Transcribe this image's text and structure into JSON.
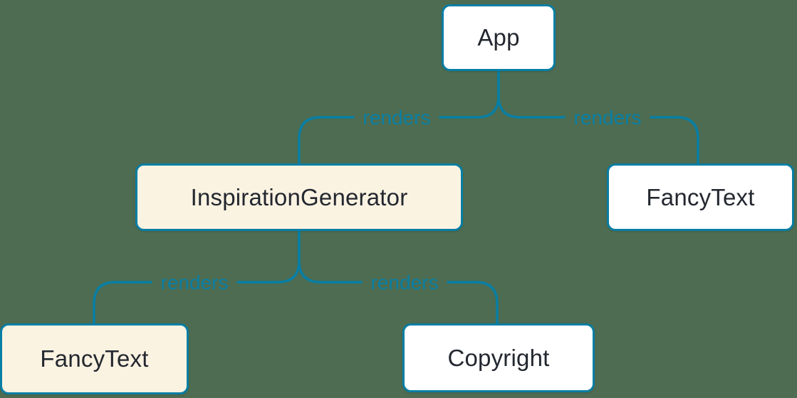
{
  "diagram": {
    "description": "React component render tree",
    "colors": {
      "background": "#4d6c51",
      "edge": "#087ea4",
      "node_border": "#087ea4",
      "node_text": "#23272f",
      "node_fill_default": "#ffffff",
      "node_fill_highlight": "#fbf3e2",
      "edge_label_text": "#087ea4"
    },
    "nodes": [
      {
        "id": "app",
        "label": "App",
        "variant": "default"
      },
      {
        "id": "inspiration-generator",
        "label": "InspirationGenerator",
        "variant": "highlight"
      },
      {
        "id": "fancy-text-right",
        "label": "FancyText",
        "variant": "default"
      },
      {
        "id": "fancy-text-left",
        "label": "FancyText",
        "variant": "highlight"
      },
      {
        "id": "copyright",
        "label": "Copyright",
        "variant": "default"
      }
    ],
    "edges": [
      {
        "from": "App",
        "to": "InspirationGenerator",
        "label": "renders"
      },
      {
        "from": "App",
        "to": "FancyText",
        "label": "renders"
      },
      {
        "from": "InspirationGenerator",
        "to": "FancyText",
        "label": "renders"
      },
      {
        "from": "InspirationGenerator",
        "to": "Copyright",
        "label": "renders"
      }
    ]
  }
}
